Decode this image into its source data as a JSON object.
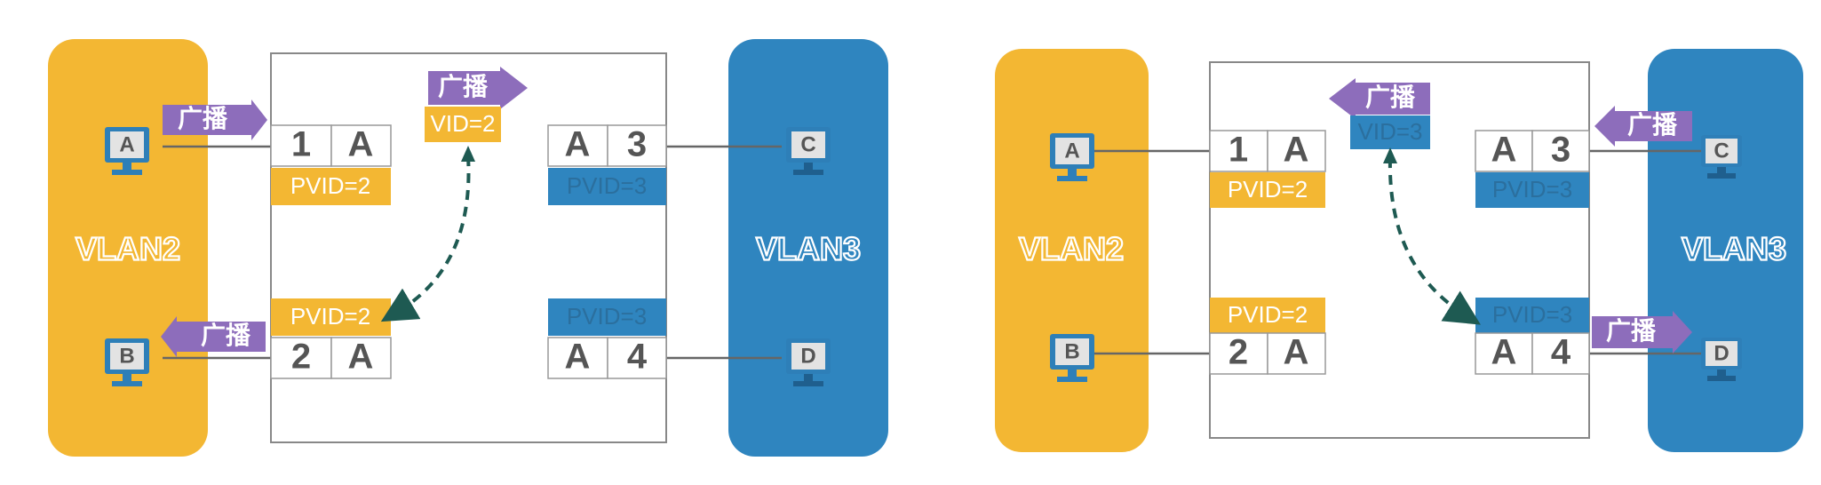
{
  "broadcast_label": "广播",
  "colors": {
    "vlan2": "#f3b733",
    "vlan3": "#2f85bf",
    "purple": "#8d6dbb",
    "dashed_arrow": "#1e5a52",
    "pvid2_text": "#ffffff",
    "pvid3_text": "#2b6f9e",
    "monitor_frame": "#2e7fb8",
    "monitor_screen": "#e3e3e3"
  },
  "diagrams": [
    {
      "vlan_left": "VLAN2",
      "vlan_right": "VLAN3",
      "host_a": "A",
      "host_b": "B",
      "host_c": "C",
      "host_d": "D",
      "port_1": {
        "num": "1",
        "mode": "A",
        "pvid": "PVID=2"
      },
      "port_2": {
        "num": "2",
        "mode": "A",
        "pvid": "PVID=2"
      },
      "port_3": {
        "num": "3",
        "mode": "A",
        "pvid": "PVID=3"
      },
      "port_4": {
        "num": "4",
        "mode": "A",
        "pvid": "PVID=3"
      },
      "vid_tag": "VID=2"
    },
    {
      "vlan_left": "VLAN2",
      "vlan_right": "VLAN3",
      "host_a": "A",
      "host_b": "B",
      "host_c": "C",
      "host_d": "D",
      "port_1": {
        "num": "1",
        "mode": "A",
        "pvid": "PVID=2"
      },
      "port_2": {
        "num": "2",
        "mode": "A",
        "pvid": "PVID=2"
      },
      "port_3": {
        "num": "3",
        "mode": "A",
        "pvid": "PVID=3"
      },
      "port_4": {
        "num": "4",
        "mode": "A",
        "pvid": "PVID=3"
      },
      "vid_tag": "VID=3"
    }
  ]
}
